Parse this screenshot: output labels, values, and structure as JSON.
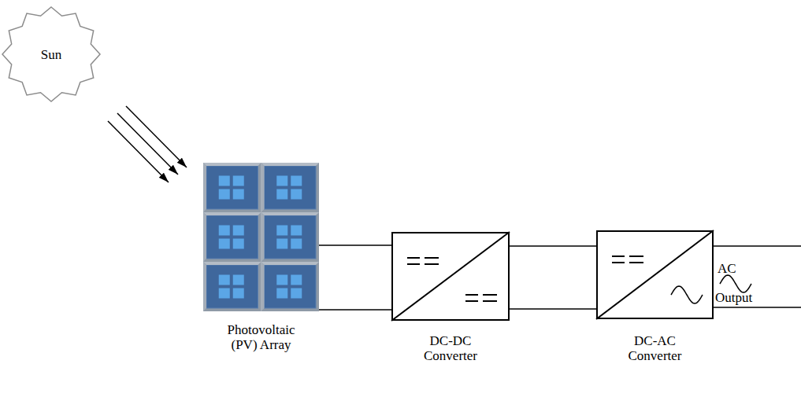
{
  "diagram": {
    "nodes": [
      {
        "text": [
          "Sun"
        ]
      },
      {
        "text": [
          "Photovoltaic (PV) Array"
        ]
      },
      {
        "text": [
          "DC-DC Converter"
        ]
      },
      {
        "text": [
          "DC-AC Converter"
        ]
      }
    ],
    "edges": [
      {
        "from": 0,
        "to": 1,
        "arrow": "to"
      },
      {
        "from": 0,
        "to": 1,
        "arrow": "to"
      },
      {
        "from": 0,
        "to": 1,
        "arrow": "to"
      },
      {
        "from": 1,
        "to": 2,
        "arrow": "none"
      },
      {
        "from": 1,
        "to": 2,
        "arrow": "none"
      },
      {
        "from": 2,
        "to": 3,
        "arrow": "none"
      },
      {
        "from": 2,
        "to": 3,
        "arrow": "none"
      }
    ],
    "labels": [
      "AC",
      "Output"
    ]
  }
}
